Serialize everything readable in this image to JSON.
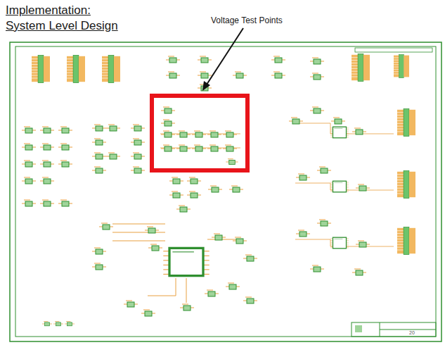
{
  "diagram": {
    "title": "Implementation: System Level Design",
    "labels": [
      "Voltage Test Points",
      "20"
    ]
  }
}
